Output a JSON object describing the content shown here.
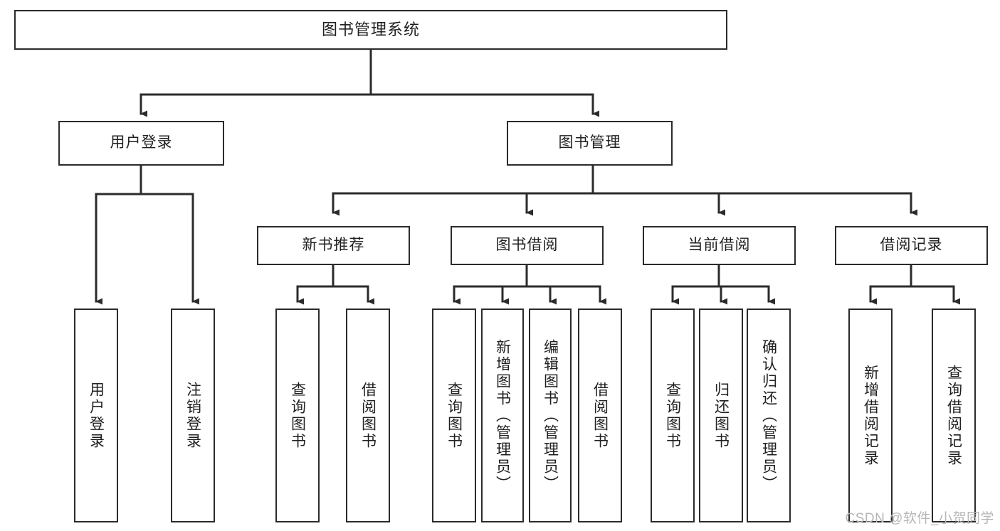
{
  "diagram": {
    "type": "tree",
    "title": "图书管理系统",
    "orientation": "top-down",
    "colors": {
      "box_border": "#2b2b2b",
      "box_fill": "#ffffff",
      "connector": "#2b2b2b",
      "text": "#1f1f1f",
      "watermark": "#b6b6b6",
      "background": "#ffffff"
    }
  },
  "root": {
    "label": "图书管理系统"
  },
  "level2": [
    {
      "label": "用户登录"
    },
    {
      "label": "图书管理"
    }
  ],
  "level3": [
    {
      "label": "新书推荐"
    },
    {
      "label": "图书借阅"
    },
    {
      "label": "当前借阅"
    },
    {
      "label": "借阅记录"
    }
  ],
  "leaves": {
    "user_login": [
      {
        "label": "用户登录"
      },
      {
        "label": "注销登录"
      }
    ],
    "new_book_recommend": [
      {
        "label": "查询图书"
      },
      {
        "label": "借阅图书"
      }
    ],
    "book_borrow": [
      {
        "label": "查询图书"
      },
      {
        "label": "新增图书（管理员）"
      },
      {
        "label": "编辑图书（管理员）"
      },
      {
        "label": "借阅图书"
      }
    ],
    "current_borrow": [
      {
        "label": "查询图书"
      },
      {
        "label": "归还图书"
      },
      {
        "label": "确认归还（管理员）"
      }
    ],
    "borrow_record": [
      {
        "label": "新增借阅记录"
      },
      {
        "label": "查询借阅记录"
      }
    ]
  },
  "watermark": {
    "text": "CSDN @软件_小贺同学"
  }
}
